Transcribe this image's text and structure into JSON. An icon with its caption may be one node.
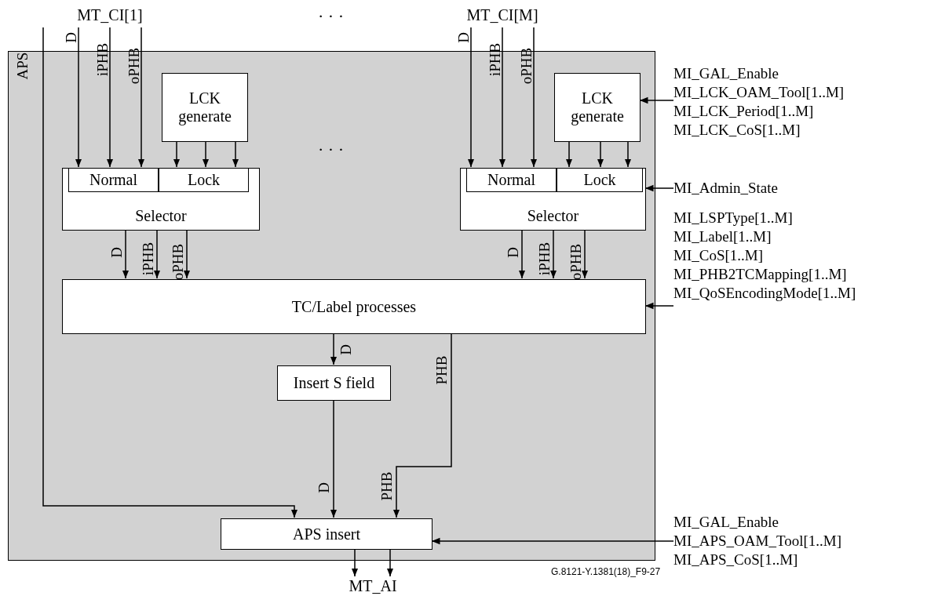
{
  "diagram": {
    "nodes": [
      {
        "text": [],
        "shape": "box"
      },
      {
        "text": [
          "MT_CI[1]"
        ]
      },
      {
        "text": [
          "MT_CI[M]"
        ]
      },
      {
        "text": [
          "LCK generate"
        ],
        "in": 0
      },
      {
        "text": [
          "Selector"
        ],
        "in": 0
      },
      {
        "text": [
          "Normal"
        ],
        "in": 4
      },
      {
        "text": [
          "Lock"
        ],
        "in": 4
      },
      {
        "text": [
          "LCK generate"
        ],
        "in": 0
      },
      {
        "text": [
          "Selector"
        ],
        "in": 0
      },
      {
        "text": [
          "Normal"
        ],
        "in": 8
      },
      {
        "text": [
          "Lock"
        ],
        "in": 8
      },
      {
        "text": [
          "TC/Label processes"
        ],
        "in": 0
      },
      {
        "text": [
          "Insert S field"
        ],
        "in": 0
      },
      {
        "text": [
          "APS insert"
        ],
        "in": 0
      },
      {
        "text": [
          "MT_AI"
        ]
      },
      {
        "text": [
          "MI_GAL_Enable",
          "MI_LCK_OAM_Tool[1..M]",
          "MI_LCK_Period[1..M]",
          "MI_LCK_CoS[1..M]"
        ]
      },
      {
        "text": [
          "MI_Admin_State"
        ]
      },
      {
        "text": [
          "MI_LSPType[1..M]",
          "MI_Label[1..M]",
          "MI_CoS[1..M]",
          "MI_PHB2TCMapping[1..M]",
          "MI_QoSEncodingMode[1..M]"
        ]
      },
      {
        "text": [
          "MI_GAL_Enable",
          "MI_APS_OAM_Tool[1..M]",
          "MI_APS_CoS[1..M]"
        ]
      }
    ],
    "edges": [
      {
        "from": 1,
        "to": 5,
        "arrow": "to",
        "label": "D"
      },
      {
        "from": 1,
        "to": 5,
        "arrow": "to",
        "label": "iPHB"
      },
      {
        "from": 1,
        "to": 5,
        "arrow": "to",
        "label": "oPHB"
      },
      {
        "from": 1,
        "to": 13,
        "arrow": "to",
        "label": "APS"
      },
      {
        "from": 3,
        "to": 6,
        "arrow": "to"
      },
      {
        "from": 3,
        "to": 6,
        "arrow": "to"
      },
      {
        "from": 3,
        "to": 6,
        "arrow": "to"
      },
      {
        "from": 2,
        "to": 9,
        "arrow": "to",
        "label": "D"
      },
      {
        "from": 2,
        "to": 9,
        "arrow": "to",
        "label": "iPHB"
      },
      {
        "from": 2,
        "to": 9,
        "arrow": "to",
        "label": "oPHB"
      },
      {
        "from": 7,
        "to": 10,
        "arrow": "to"
      },
      {
        "from": 7,
        "to": 10,
        "arrow": "to"
      },
      {
        "from": 7,
        "to": 10,
        "arrow": "to"
      },
      {
        "from": 15,
        "to": 7,
        "arrow": "to"
      },
      {
        "from": 16,
        "to": 8,
        "arrow": "to"
      },
      {
        "from": 4,
        "to": 11,
        "arrow": "to",
        "label": "D"
      },
      {
        "from": 4,
        "to": 11,
        "arrow": "to",
        "label": "iPHB"
      },
      {
        "from": 4,
        "to": 11,
        "arrow": "to",
        "label": "oPHB"
      },
      {
        "from": 8,
        "to": 11,
        "arrow": "to",
        "label": "D"
      },
      {
        "from": 8,
        "to": 11,
        "arrow": "to",
        "label": "iPHB"
      },
      {
        "from": 8,
        "to": 11,
        "arrow": "to",
        "label": "oPHB"
      },
      {
        "from": 17,
        "to": 11,
        "arrow": "to"
      },
      {
        "from": 11,
        "to": 12,
        "arrow": "to",
        "label": "D"
      },
      {
        "from": 11,
        "to": 13,
        "arrow": "to",
        "label": "PHB"
      },
      {
        "from": 12,
        "to": 13,
        "arrow": "to",
        "label": "D"
      },
      {
        "from": 13,
        "to": 14,
        "arrow": "to"
      },
      {
        "from": 13,
        "to": 14,
        "arrow": "to"
      },
      {
        "from": 18,
        "to": 13,
        "arrow": "to"
      }
    ],
    "labels": [
      "· · ·",
      "· · ·",
      "PHB",
      "G.8121-Y.1381(18)_F9-27"
    ]
  }
}
